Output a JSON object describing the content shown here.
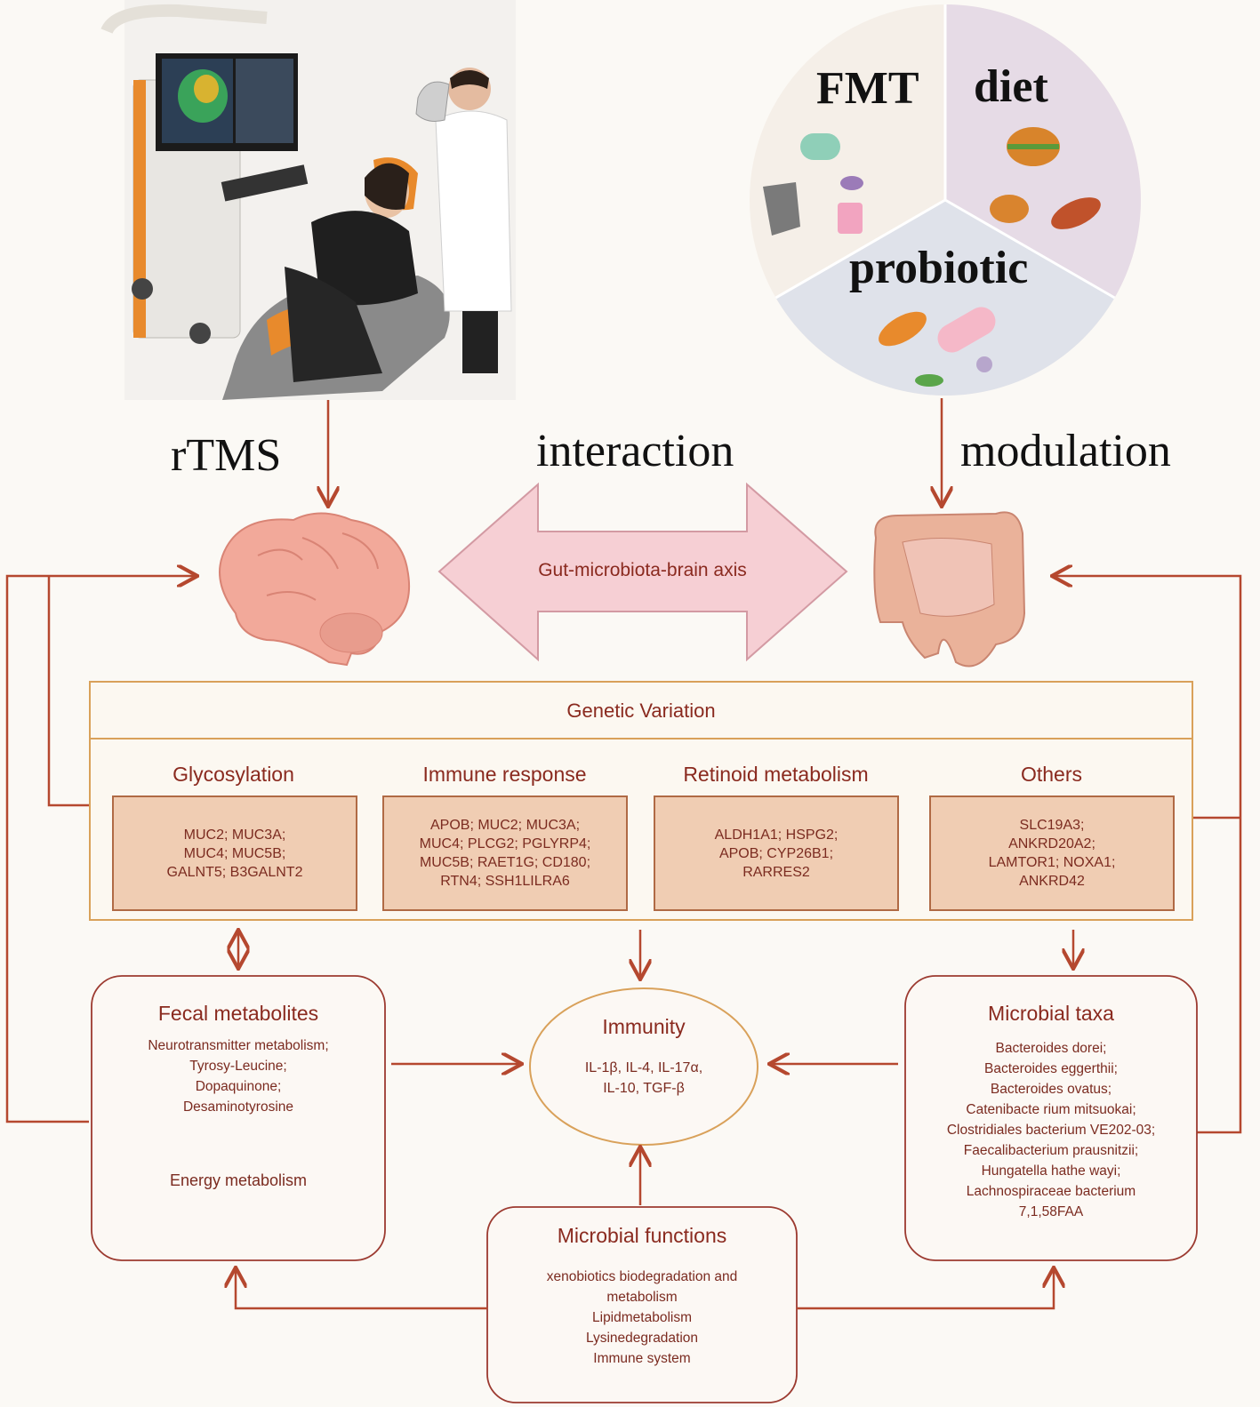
{
  "top_labels": {
    "rtms": "rTMS",
    "interaction": "interaction",
    "modulation": "modulation"
  },
  "pie": {
    "fmt": "FMT",
    "diet": "diet",
    "probiotic": "probiotic"
  },
  "axis_label": "Gut-microbiota-brain axis",
  "genetic_variation": {
    "title": "Genetic Variation",
    "categories": [
      {
        "title": "Glycosylation",
        "genes": [
          "MUC2; MUC3A;",
          "MUC4; MUC5B;",
          "GALNT5; B3GALNT2"
        ]
      },
      {
        "title": "Immune response",
        "genes": [
          "APOB; MUC2; MUC3A;",
          "MUC4; PLCG2; PGLYRP4;",
          "MUC5B; RAET1G; CD180;",
          "RTN4; SSH1LILRA6"
        ]
      },
      {
        "title": "Retinoid metabolism",
        "genes": [
          "ALDH1A1; HSPG2;",
          "APOB; CYP26B1;",
          "RARRES2"
        ]
      },
      {
        "title": "Others",
        "genes": [
          "SLC19A3;",
          "ANKRD20A2;",
          "LAMTOR1; NOXA1;",
          "ANKRD42"
        ]
      }
    ]
  },
  "fecal": {
    "title": "Fecal metabolites",
    "items": [
      "Neurotransmitter metabolism;",
      "Tyrosy-Leucine;",
      "Dopaquinone;",
      "Desaminotyrosine"
    ],
    "energy": "Energy metabolism"
  },
  "immunity": {
    "title": "Immunity",
    "line1": "IL-1β, IL-4, IL-17α,",
    "line2": "IL-10, TGF-β"
  },
  "taxa": {
    "title": "Microbial taxa",
    "items": [
      "Bacteroides dorei;",
      "Bacteroides eggerthii;",
      "Bacteroides ovatus;",
      "Catenibacte rium mitsuokai;",
      "Clostridiales bacterium VE202-03;",
      "Faecalibacterium prausnitzii;",
      "Hungatella hathe wayi;",
      "Lachnospiraceae bacterium",
      "7,1,58FAA"
    ]
  },
  "functions": {
    "title": "Microbial functions",
    "items": [
      "xenobiotics biodegradation and",
      "metabolism",
      "Lipidmetabolism",
      "Lysinedegradation",
      "Immune system"
    ]
  },
  "colors": {
    "arrow": "#b5482f",
    "gene_fill": "#f0cdb3",
    "box_border": "#9c3a30",
    "gold_border": "#d9a15a"
  }
}
